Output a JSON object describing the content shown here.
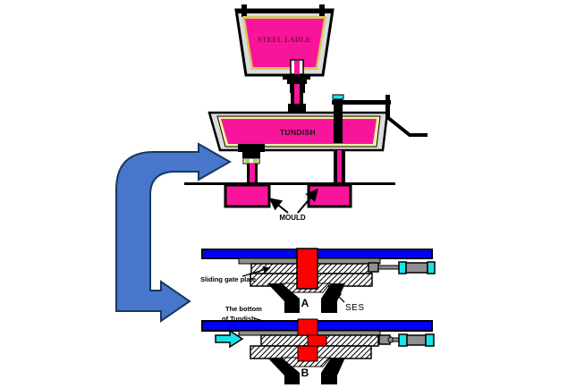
{
  "main_diagram": {
    "ladle_label": "STEEL LADLE",
    "tundish_label": "TUNDISH",
    "mould_label": "MOULD"
  },
  "detail_views": {
    "sliding_gate_plate_label": "Sliding gate plate",
    "position_a_label": "A",
    "ses_label": "SES",
    "tundish_bottom_label_line1": "The bottom",
    "tundish_bottom_label_line2": "of Tundish",
    "position_b_label": "B"
  },
  "colors": {
    "steel": "#F8149B",
    "blue_plate": "#0202F2",
    "red_channel": "#FE0000",
    "arrow_blue": "#4876CB",
    "arrow_outline": "#17375E",
    "cyan_accent": "#18E4E8",
    "gray_light": "#DCDCDC",
    "gray_mid": "#8F8F8F",
    "lining_tan": "#D9C35F",
    "lining_yellow": "#F6F0A0",
    "lining_green": "#B5D44A",
    "ladle_text": "#6E1430",
    "ink": "#000000"
  }
}
